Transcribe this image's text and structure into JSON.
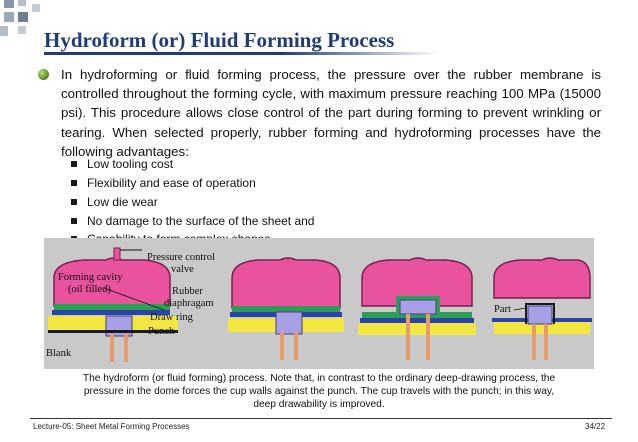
{
  "slide": {
    "title": "Hydroform (or) Fluid Forming Process",
    "paragraph": "In hydroforming or fluid forming process, the pressure over the rubber membrane is controlled throughout the forming cycle, with maximum pressure reaching 100 MPa (15000 psi). This procedure allows close control of the part during forming to prevent wrinkling or tearing. When selected properly, rubber forming and hydroforming processes have the following advantages:",
    "advantages": [
      "Low tooling cost",
      "Flexibility and ease of operation",
      "Low die wear",
      "No damage to the surface of the sheet and",
      "Capability to form complex shapes."
    ]
  },
  "figure": {
    "labels": {
      "pressure_valve_1": "Pressure control",
      "pressure_valve_2": "valve",
      "cavity_1": "Forming cavity",
      "cavity_2": "(oil filled)",
      "diaphragm_1": "Rubber",
      "diaphragm_2": "diaphragam",
      "draw_ring": "Draw ring",
      "punch": "Punch",
      "blank": "Blank",
      "part": "Part"
    },
    "colors": {
      "cavity": "#e9529c",
      "diaphragm": "#2e9e57",
      "draw_ring": "#2a43a8",
      "punch": "#a8a0e6",
      "table": "#f2e640",
      "rod": "#e89a6c",
      "part": "#1a1a1a",
      "background": "#c9c9c9"
    },
    "caption": [
      "The hydroform (or fluid forming) process.  Note that, in contrast to the ordinary deep-drawing process, the",
      "pressure in the dome forces the cup walls against the punch.  The cup travels with the punch; in this way,",
      "deep drawability is improved."
    ]
  },
  "footer": {
    "lecture": "Lecture-05: Sheet Metal Forming Processes",
    "page": "34/22"
  }
}
